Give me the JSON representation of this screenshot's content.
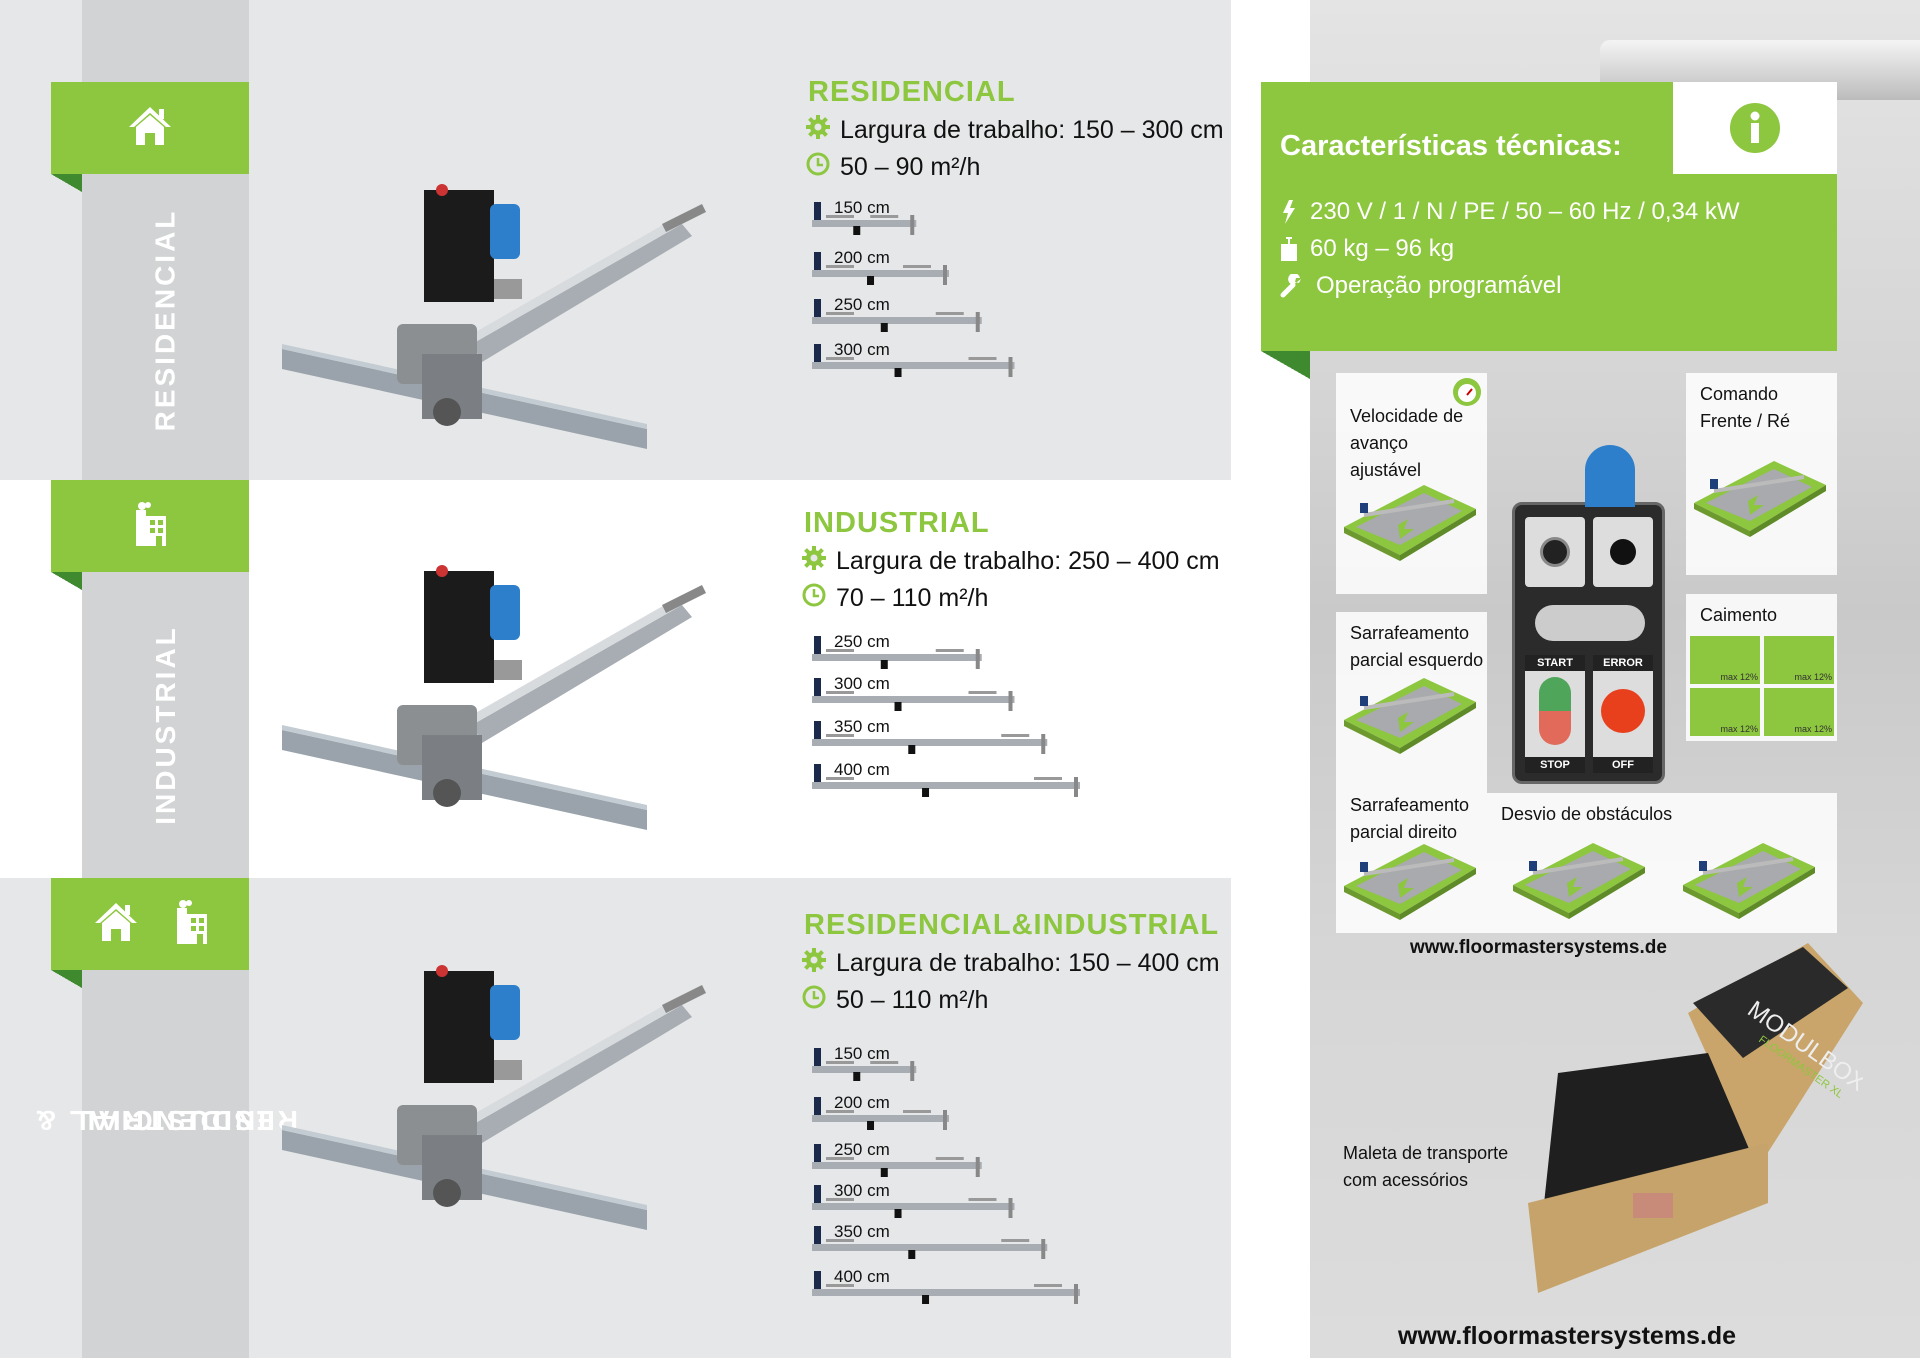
{
  "colors": {
    "accent": "#8dc63f",
    "accent_dark": "#3f8a2f",
    "panel_gray": "#e6e7e8",
    "strip_gray": "#d1d3d4"
  },
  "sections": [
    {
      "id": "residencial",
      "tab_icons": [
        "house-icon"
      ],
      "side_label": "RESIDENCIAL",
      "title": "RESIDENCIAL",
      "specs": [
        {
          "icon": "gear-icon",
          "text": "Largura de trabalho: 150 – 300 cm"
        },
        {
          "icon": "clock-icon",
          "text": "50 – 90 m²/h"
        }
      ],
      "widths": [
        "150 cm",
        "200 cm",
        "250 cm",
        "300 cm"
      ]
    },
    {
      "id": "industrial",
      "tab_icons": [
        "factory-icon"
      ],
      "side_label": "INDUSTRIAL",
      "title": "INDUSTRIAL",
      "specs": [
        {
          "icon": "gear-icon",
          "text": "Largura de trabalho: 250 – 400 cm"
        },
        {
          "icon": "clock-icon",
          "text": "70 – 110 m²/h"
        }
      ],
      "widths": [
        "250 cm",
        "300 cm",
        "350 cm",
        "400 cm"
      ]
    },
    {
      "id": "residencial-industrial",
      "tab_icons": [
        "house-icon",
        "factory-icon"
      ],
      "side_label_lines": [
        "INDUSTRIAL &",
        "RESIDENCIAL"
      ],
      "title": "RESIDENCIAL&INDUSTRIAL",
      "specs": [
        {
          "icon": "gear-icon",
          "text": "Largura de trabalho: 150 – 400 cm"
        },
        {
          "icon": "clock-icon",
          "text": "50 – 110 m²/h"
        }
      ],
      "widths": [
        "150 cm",
        "200 cm",
        "250 cm",
        "300 cm",
        "350 cm",
        "400 cm"
      ]
    }
  ],
  "tech": {
    "title": "Características técnicas:",
    "icon": "info-icon",
    "items": [
      {
        "icon": "lightning-icon",
        "text": "230 V / 1 / N / PE / 50 – 60 Hz / 0,34 kW"
      },
      {
        "icon": "weight-icon",
        "text": "60 kg – 96 kg"
      },
      {
        "icon": "wrench-icon",
        "text": "Operação programável"
      }
    ]
  },
  "features": {
    "velocidade": "Velocidade de avanço ajustável",
    "comando": "Comando Frente /  Ré",
    "caimento": "Caimento",
    "caimento_badge": "max 12%",
    "esquerdo": "Sarrafeamento parcial esquerdo",
    "direito": "Sarrafeamento parcial direito",
    "desvio": "Desvio de obstáculos"
  },
  "control_panel": {
    "start": "START",
    "stop": "STOP",
    "error": "ERROR",
    "off": "OFF"
  },
  "case": {
    "caption_lines": [
      "Maleta de transporte",
      "com acessórios"
    ],
    "lid_text": "MODULBOX",
    "lid_brand": "FLOORMASTER XL"
  },
  "url_small": "www.floormastersystems.de",
  "url_large": "www.floormastersystems.de"
}
